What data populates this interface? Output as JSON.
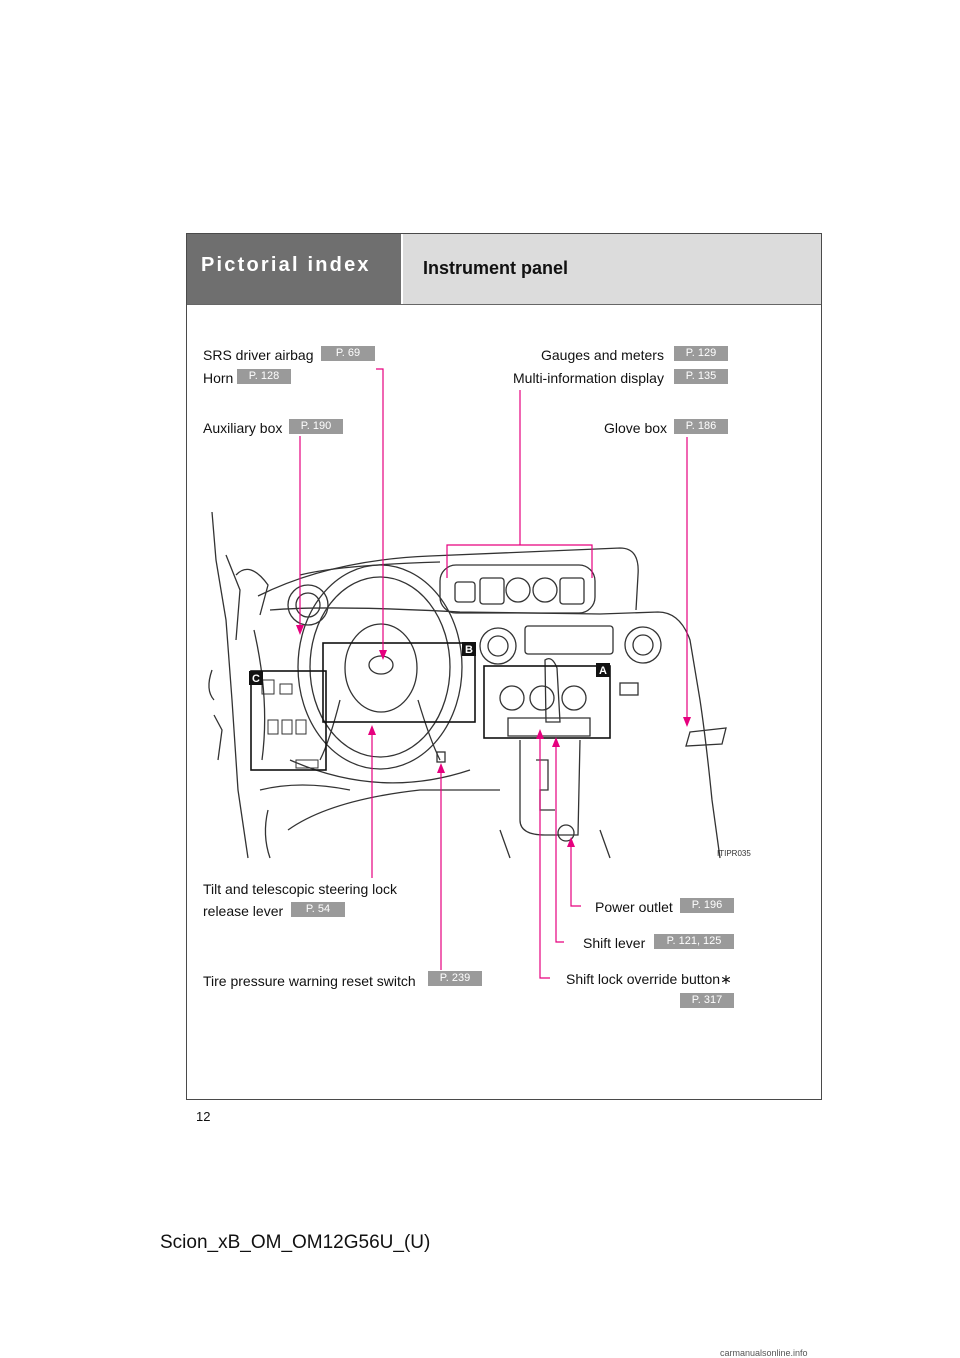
{
  "header": {
    "section": "Pictorial index",
    "subtitle": "Instrument panel"
  },
  "labels": {
    "srs": "SRS driver airbag",
    "srs_page": "P. 69",
    "horn": "Horn",
    "horn_page": "P. 128",
    "aux": "Auxiliary box",
    "aux_page": "P. 190",
    "gauges": "Gauges and meters",
    "gauges_page": "P. 129",
    "multi": "Multi-information display",
    "multi_page": "P. 135",
    "glove": "Glove box",
    "glove_page": "P. 186",
    "tilt1": "Tilt and telescopic steering lock",
    "tilt2": "release lever",
    "tilt_page": "P. 54",
    "tire": "Tire pressure warning reset switch",
    "tire_page": "P. 239",
    "power": "Power outlet",
    "power_page": "P. 196",
    "shift": "Shift lever",
    "shift_page": "P. 121, 125",
    "override": "Shift lock override button∗",
    "override_page": "P. 317"
  },
  "callouts": {
    "a": "A",
    "b": "B",
    "c": "C"
  },
  "figure_code": "ITIPR035",
  "page_number": "12",
  "footer": "Scion_xB_OM_OM12G56U_(U)",
  "watermark": "carmanualsonline.info",
  "colors": {
    "leader": "#e6007e",
    "tag": "#9a9a9a",
    "header_dark": "#6f6f6f",
    "header_light": "#dcdcdc"
  }
}
